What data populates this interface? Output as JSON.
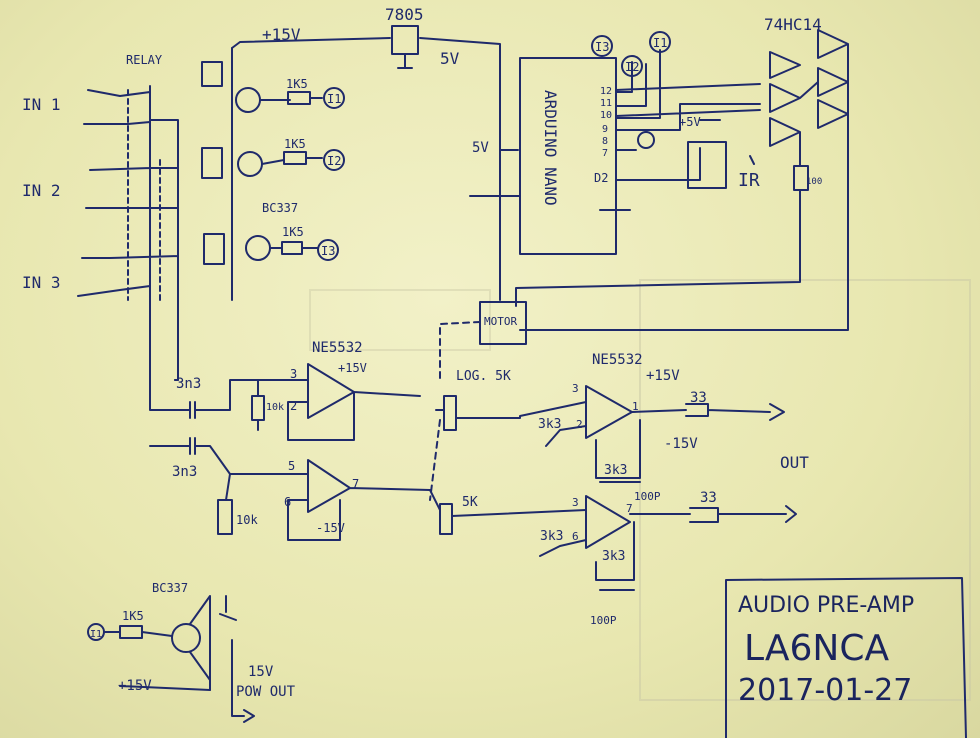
{
  "diagram": {
    "power": {
      "rail": "+15V",
      "regulator": "7805",
      "out": "5V",
      "out_label2": "5V"
    },
    "relays": {
      "label": "RELAY"
    },
    "inputs": [
      "IN 1",
      "IN 2",
      "IN 3"
    ],
    "transistors": {
      "model": "BC337"
    },
    "resistors": {
      "base": "1K5",
      "r10k_a": "10k",
      "r10k_b": "10k",
      "r100": "100",
      "r3k3_a": "3k3",
      "r3k3_b": "3k3",
      "r3k3_c": "3k3",
      "r3k3_d": "3k3",
      "r33_a": "33",
      "r33_b": "33"
    },
    "caps": {
      "c1": "3n3",
      "c2": "3n3",
      "c100p_a": "100P",
      "c100p_b": "100P"
    },
    "indicators": [
      "I1",
      "I2",
      "I3"
    ],
    "mcu": {
      "name": "ARDUINO NANO",
      "pins": [
        "12",
        "11",
        "10",
        "9",
        "8",
        "7",
        "D2"
      ],
      "supply": "+5V"
    },
    "ir": {
      "label": "IR"
    },
    "inverter": {
      "name": "74HC14"
    },
    "motor": {
      "label": "MOTOR"
    },
    "opamps": {
      "u1": "NE5532",
      "u2": "NE5532",
      "u1_v": "+15V",
      "u1_neg": "-15V",
      "u2_v": "+15V",
      "u2_neg": "-15V"
    },
    "pots": {
      "p1": "LOG. 5K",
      "p2": "5K"
    },
    "out_label": "OUT",
    "pow": {
      "label1": "15V",
      "label2": "POW OUT",
      "rail": "+15V",
      "ind": "I1"
    },
    "pin_nums": {
      "a3": "3",
      "a2": "2",
      "b5": "5",
      "b6": "6",
      "b7": "7",
      "c3": "3",
      "c2": "2",
      "c1": "1",
      "d3": "3",
      "d6": "6",
      "d7": "7"
    }
  },
  "title_block": {
    "title": "AUDIO PRE-AMP",
    "callsign": "LA6NCA",
    "date": "2017-01-27"
  }
}
